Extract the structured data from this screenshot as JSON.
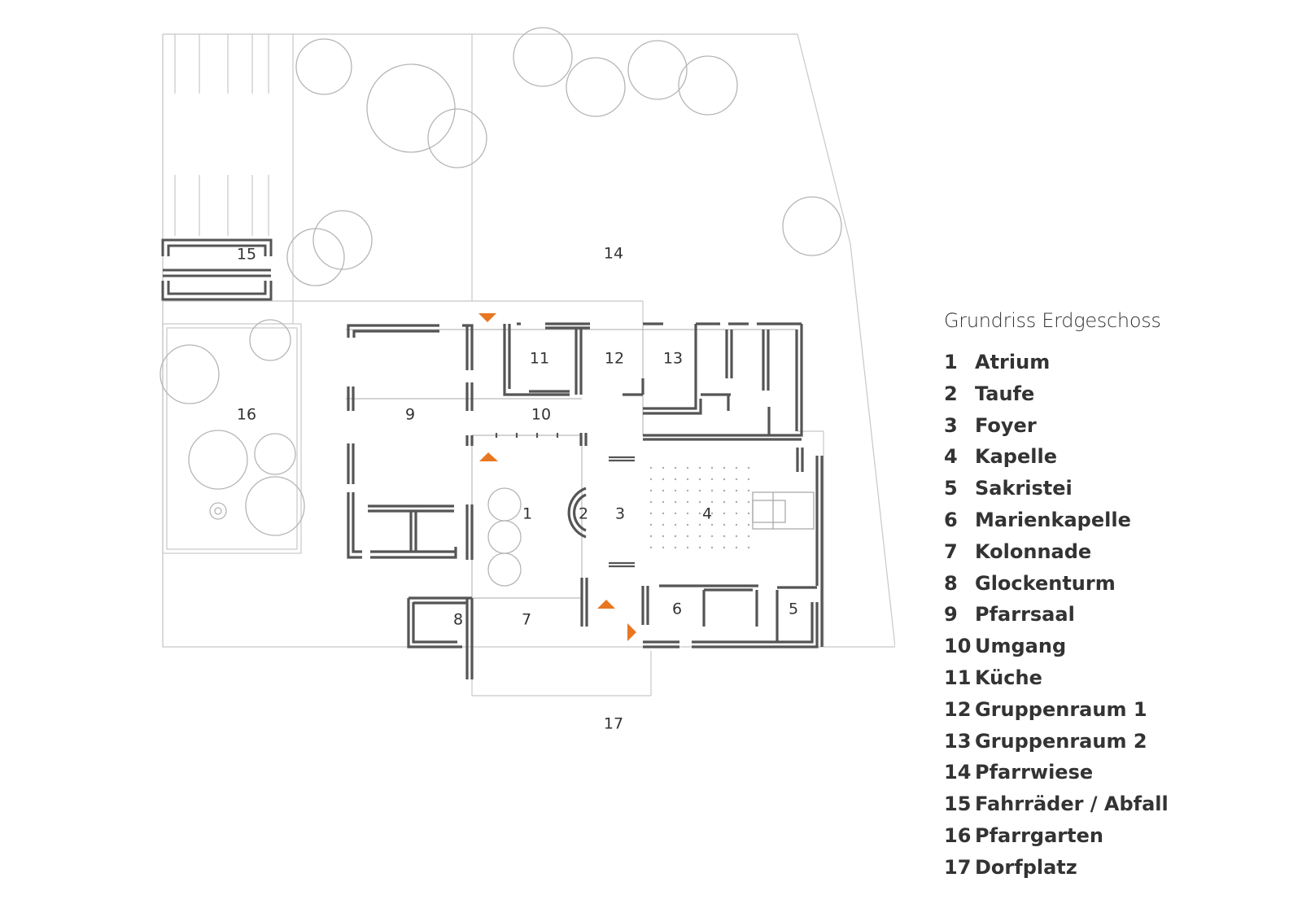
{
  "legend": {
    "title": "Grundriss Erdgeschoss",
    "items": [
      {
        "num": "1",
        "name": "Atrium"
      },
      {
        "num": "2",
        "name": "Taufe"
      },
      {
        "num": "3",
        "name": "Foyer"
      },
      {
        "num": "4",
        "name": "Kapelle"
      },
      {
        "num": "5",
        "name": "Sakristei"
      },
      {
        "num": "6",
        "name": "Marienkapelle"
      },
      {
        "num": "7",
        "name": "Kolonnade"
      },
      {
        "num": "8",
        "name": "Glockenturm"
      },
      {
        "num": "9",
        "name": "Pfarrsaal"
      },
      {
        "num": "10",
        "name": "Umgang"
      },
      {
        "num": "11",
        "name": "Küche"
      },
      {
        "num": "12",
        "name": "Gruppenraum 1"
      },
      {
        "num": "13",
        "name": "Gruppenraum 2"
      },
      {
        "num": "14",
        "name": "Pfarrwiese"
      },
      {
        "num": "15",
        "name": "Fahrräder / Abfall"
      },
      {
        "num": "16",
        "name": "Pfarrgarten"
      },
      {
        "num": "17",
        "name": "Dorfplatz"
      }
    ]
  },
  "plan_labels": {
    "l1": "1",
    "l2": "2",
    "l3": "3",
    "l4": "4",
    "l5": "5",
    "l6": "6",
    "l7": "7",
    "l8": "8",
    "l9": "9",
    "l10": "10",
    "l11": "11",
    "l12": "12",
    "l13": "13",
    "l14": "14",
    "l15": "15",
    "l16": "16",
    "l17": "17"
  },
  "colors": {
    "wall": "#555555",
    "thin": "#bbbbbb",
    "tree": "#b5b5b5",
    "entrance": "#e87722"
  }
}
